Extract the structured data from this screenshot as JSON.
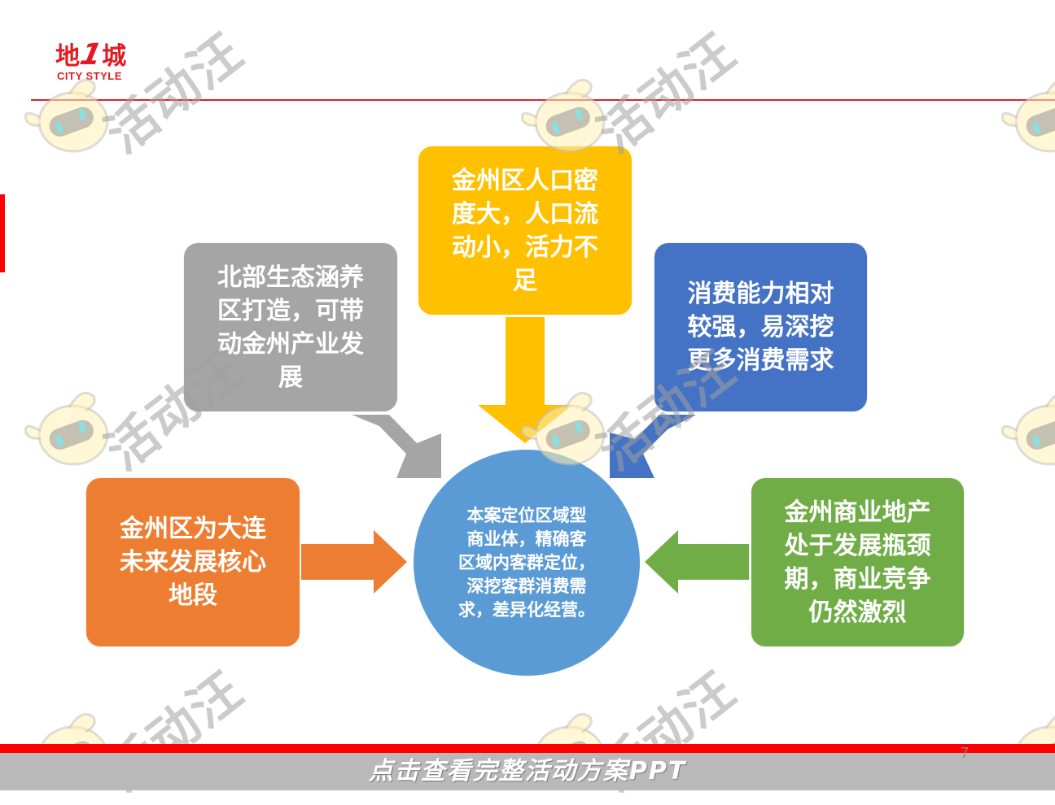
{
  "logo": {
    "cn_left": "地",
    "cn_mid": "1",
    "cn_right": "城",
    "en": "CITY  STYLE"
  },
  "diagram": {
    "center": {
      "lines": [
        "本案定位区域型",
        "商业体，精确客",
        "区域内客群定位，",
        "深挖客群消费需",
        "求，差异化经营。"
      ],
      "color": "#5b9bd5"
    },
    "nodes": [
      {
        "id": "top",
        "color": "#ffc000",
        "lines": [
          "金州区人口密",
          "度大，人口流",
          "动小，活力不",
          "足"
        ]
      },
      {
        "id": "upper-left",
        "color": "#a5a5a5",
        "lines": [
          "北部生态涵养",
          "区打造，可带",
          "动金州产业发",
          "展"
        ]
      },
      {
        "id": "upper-right",
        "color": "#4472c4",
        "lines": [
          "消费能力相对",
          "较强，易深挖",
          "更多消费需求"
        ]
      },
      {
        "id": "left",
        "color": "#ed7d31",
        "lines": [
          "金州区为大连",
          "未来发展核心",
          "地段"
        ]
      },
      {
        "id": "right",
        "color": "#70ad47",
        "lines": [
          "金州商业地产",
          "处于发展瓶颈",
          "期，商业竞争",
          "仍然激烈"
        ]
      }
    ]
  },
  "watermark": {
    "text": "活动汪",
    "icon": "mascot-icon"
  },
  "footer": {
    "cta": "点击查看完整活动方案PPT",
    "page_number": "7"
  },
  "colors": {
    "brand_red": "#e11b22",
    "accent_red": "#ff0000",
    "footer_gray": "#b9b9b9"
  }
}
